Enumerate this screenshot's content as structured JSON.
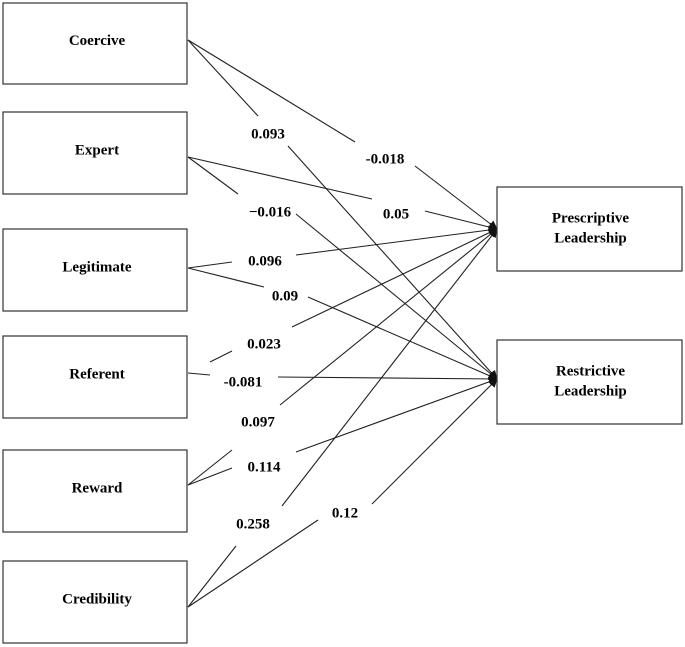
{
  "diagram": {
    "predictors": [
      {
        "id": "coercive",
        "label": "Coercive"
      },
      {
        "id": "expert",
        "label": "Expert"
      },
      {
        "id": "legitimate",
        "label": "Legitimate"
      },
      {
        "id": "referent",
        "label": "Referent"
      },
      {
        "id": "reward",
        "label": "Reward"
      },
      {
        "id": "credibility",
        "label": "Credibility"
      }
    ],
    "outcomes": [
      {
        "id": "prescriptive",
        "label_lines": [
          "Prescriptive",
          "Leadership"
        ]
      },
      {
        "id": "restrictive",
        "label_lines": [
          "Restrictive",
          "Leadership"
        ]
      }
    ],
    "paths": [
      {
        "from": "coercive",
        "to": "prescriptive",
        "coefficient": "-0.018"
      },
      {
        "from": "coercive",
        "to": "restrictive",
        "coefficient": "0.093"
      },
      {
        "from": "expert",
        "to": "prescriptive",
        "coefficient": "0.05"
      },
      {
        "from": "expert",
        "to": "restrictive",
        "coefficient": "−0.016"
      },
      {
        "from": "legitimate",
        "to": "prescriptive",
        "coefficient": "0.096"
      },
      {
        "from": "legitimate",
        "to": "restrictive",
        "coefficient": "0.09"
      },
      {
        "from": "referent",
        "to": "prescriptive",
        "coefficient": "0.023"
      },
      {
        "from": "referent",
        "to": "restrictive",
        "coefficient": "-0.081"
      },
      {
        "from": "reward",
        "to": "prescriptive",
        "coefficient": "0.097"
      },
      {
        "from": "reward",
        "to": "restrictive",
        "coefficient": "0.114"
      },
      {
        "from": "credibility",
        "to": "prescriptive",
        "coefficient": "0.258"
      },
      {
        "from": "credibility",
        "to": "restrictive",
        "coefficient": "0.12"
      }
    ]
  }
}
